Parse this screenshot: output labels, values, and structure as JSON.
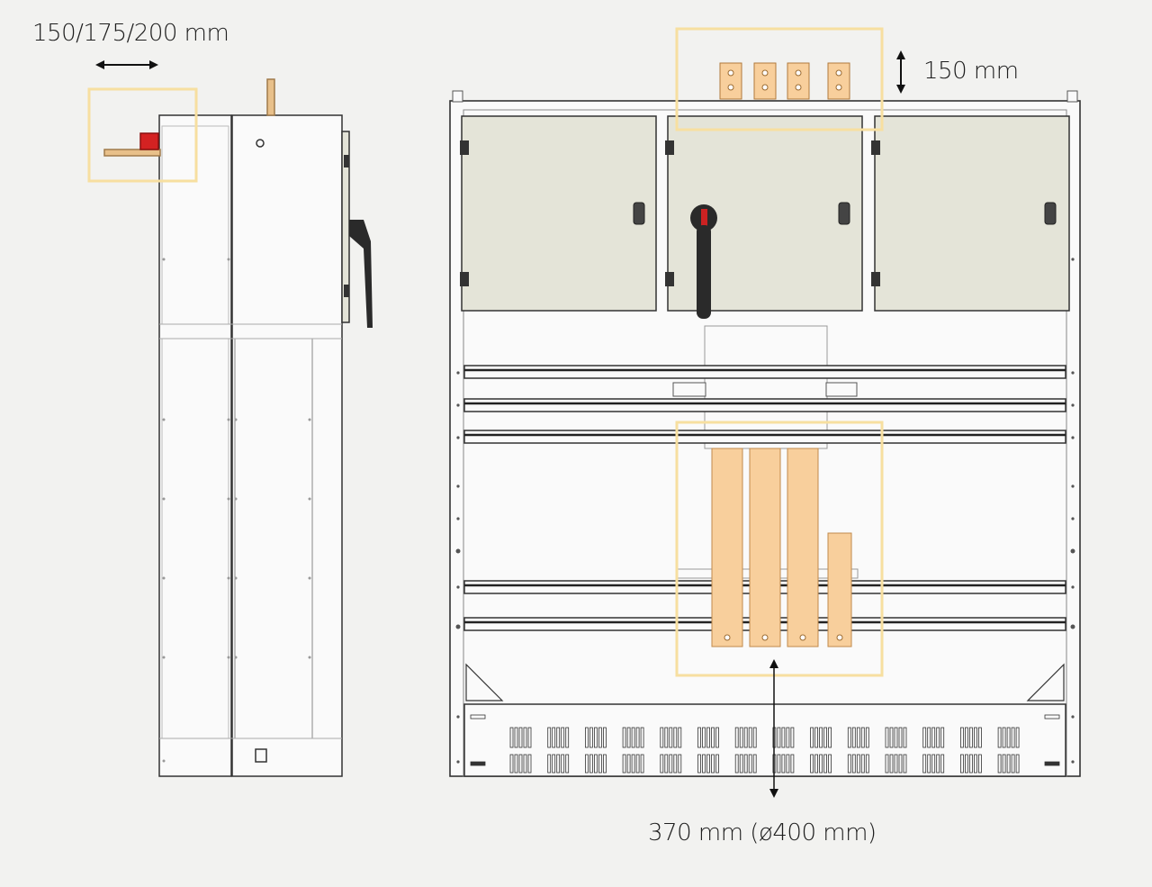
{
  "dimensions": {
    "side_width": "150/175/200 mm",
    "top_busbar_height": "150 mm",
    "bottom_clearance": "370 mm (ø400 mm)"
  },
  "colors": {
    "background": "#f2f2f0",
    "door": "#e4e4d8",
    "copper": "#f8cf9c",
    "highlight": "#f7dfa0",
    "outline": "#333333",
    "handle": "#2a2a2a",
    "handle_accent": "#cc2222"
  },
  "components": {
    "side_view": {
      "icon": "cabinet-side-view"
    },
    "front_view": {
      "icon": "cabinet-front-view",
      "doors": 3,
      "vent_groups": 14,
      "busbars": 4
    }
  }
}
